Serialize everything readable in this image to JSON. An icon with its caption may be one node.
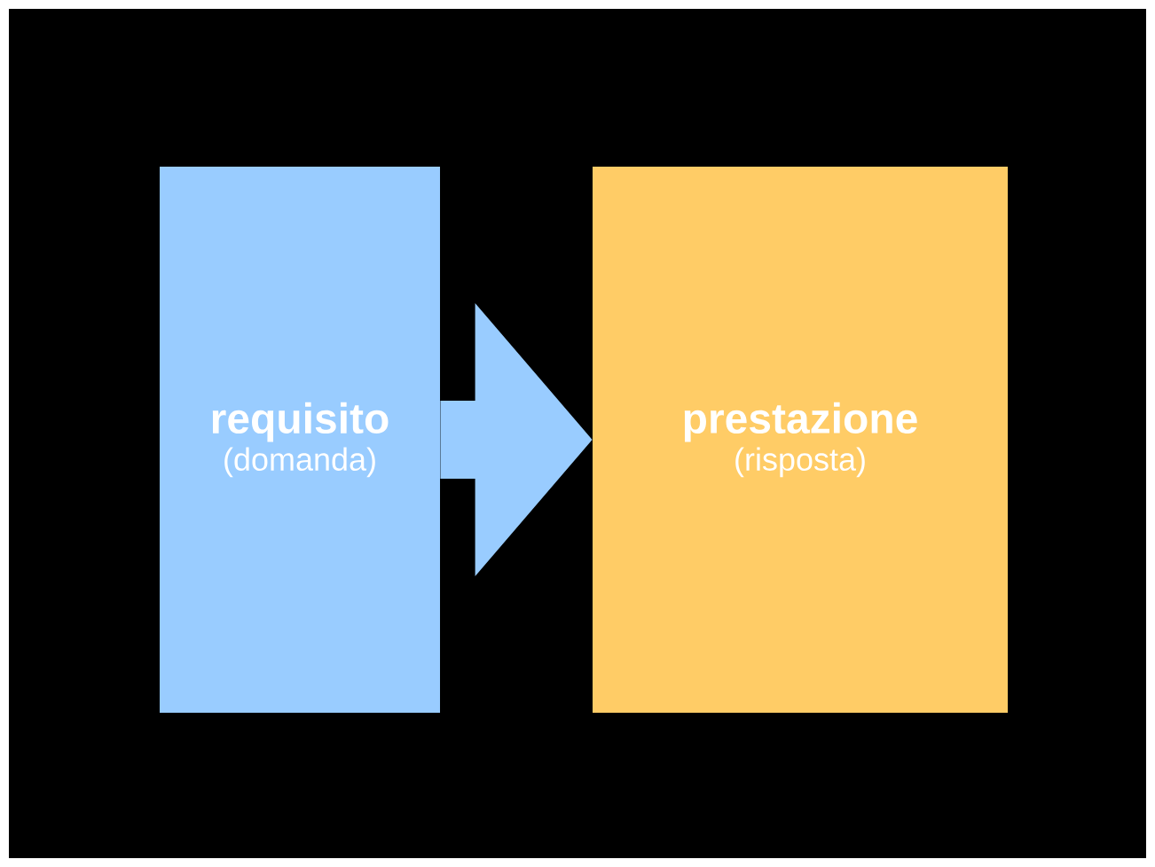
{
  "diagram": {
    "nodes": [
      {
        "text": [
          "requisito",
          "(domanda)"
        ]
      },
      {
        "text": [
          "prestazione",
          "(risposta)"
        ]
      }
    ],
    "edges": [
      {
        "from": 0,
        "to": 1,
        "arrow": "to",
        "color": "#99ccff"
      }
    ]
  }
}
